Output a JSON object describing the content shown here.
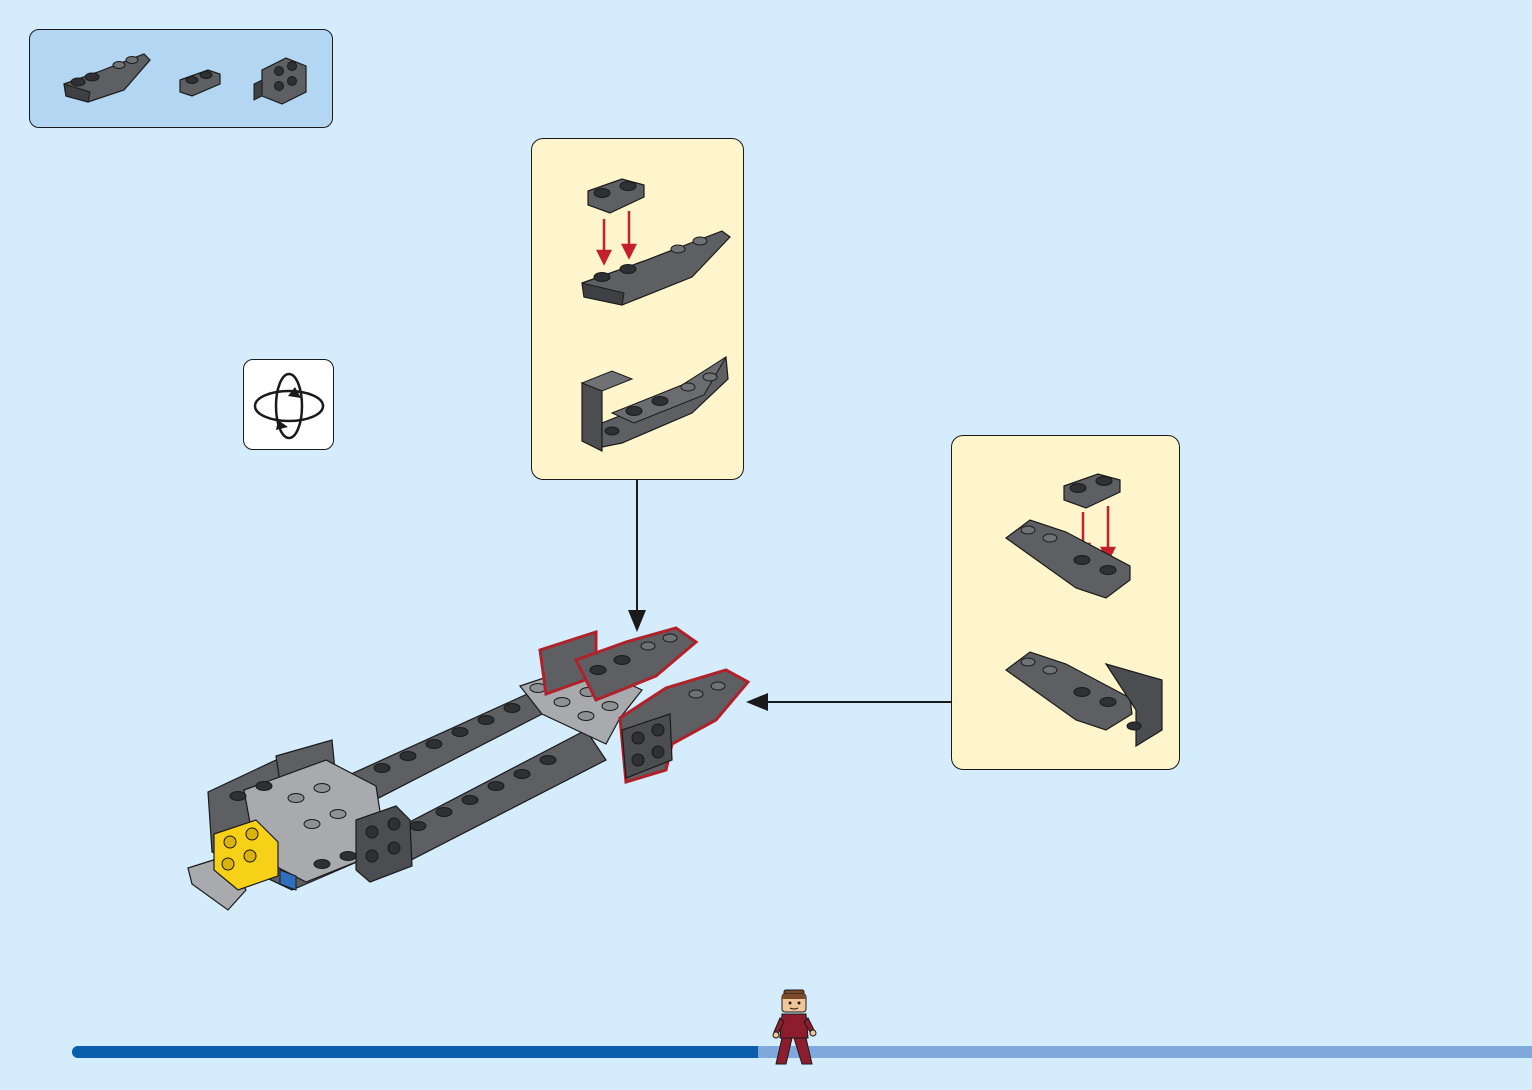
{
  "colors": {
    "background": "#d4ecfb",
    "parts_box": "#b3d7f3",
    "callout": "#fff5cc",
    "dark_gray_brick": "#5d5f63",
    "light_gray_brick": "#a8aaad",
    "yellow_brick": "#f7d117",
    "highlight_outline": "#b0212a",
    "assembly_arrow": "#c3202b",
    "progress_done": "#0a5fac",
    "progress_remaining": "#7fa8dc"
  },
  "icons": {
    "rotate": "rotate-model-icon",
    "minifigure": "walking-minifigure-icon"
  },
  "parts": [
    {
      "name": "slope-curved-plate-icon",
      "qty_shown": 1
    },
    {
      "name": "plate-1x2-round-icon",
      "qty_shown": 1
    },
    {
      "name": "bracket-plate-icon",
      "qty_shown": 1
    }
  ],
  "progress": {
    "fraction_complete": 0.47
  }
}
